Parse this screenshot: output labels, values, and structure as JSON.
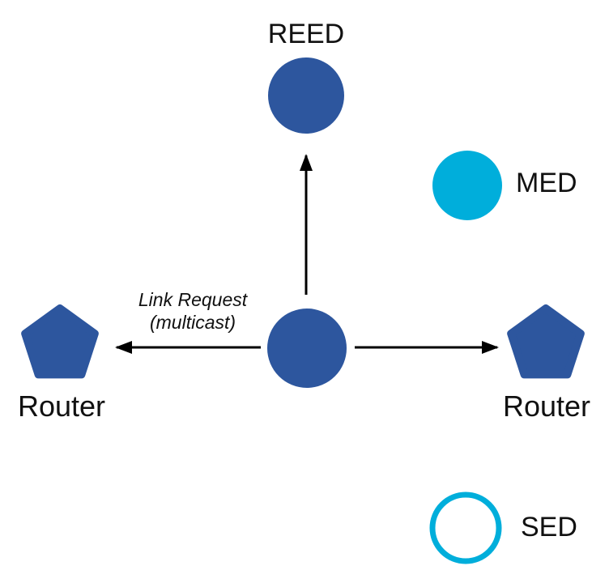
{
  "diagram": {
    "description": "Thread network topology diagram: central node multicasting a Link Request to neighboring Routers, with REED, MED and SED device types shown",
    "colors": {
      "node_blue": "#2d569e",
      "node_cyan": "#00aedb",
      "arrow_black": "#000000",
      "background": "#ffffff",
      "label_text": "#111111"
    },
    "labels": {
      "reed": "REED",
      "med": "MED",
      "sed": "SED",
      "router_left": "Router",
      "router_right": "Router"
    },
    "annotation": {
      "line1": "Link Request",
      "line2": "(multicast)"
    }
  }
}
